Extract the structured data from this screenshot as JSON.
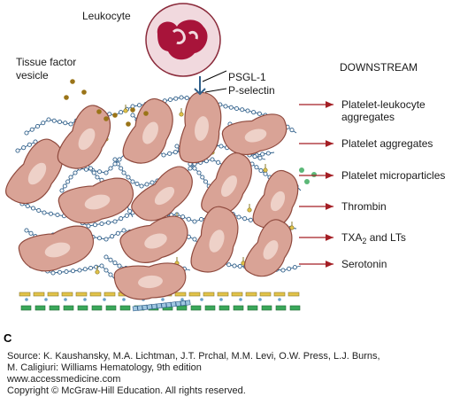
{
  "figure": {
    "panel_letter": "C",
    "labels": {
      "leukocyte": "Leukocyte",
      "tissue_factor_line1": "Tissue factor",
      "tissue_factor_line2": "vesicle",
      "psgl1": "PSGL-1",
      "pselectin": "P-selectin",
      "downstream": "DOWNSTREAM"
    },
    "downstream_items": [
      {
        "line1": "Platelet-leukocyte",
        "line2": "aggregates"
      },
      {
        "line1": "Platelet aggregates",
        "line2": ""
      },
      {
        "line1": "Platelet microparticles",
        "line2": ""
      },
      {
        "line1": "Thrombin",
        "line2": ""
      },
      {
        "line1": "TXA",
        "sub": "2",
        "rest": " and LTs",
        "line2": ""
      },
      {
        "line1": "Serotonin",
        "line2": ""
      }
    ],
    "colors": {
      "platelet": "#d9a396",
      "platelet_edge": "#8f4a3e",
      "nucleus": "#a8143a",
      "leukocyte_body": "#f1d9de",
      "fibrin_link": "#2f5f8a",
      "fibrin_node": "#ffffff",
      "tf_vesicle": "#9a7418",
      "microparticle": "#5cb878",
      "arrow": "#a41e24",
      "endothelium_green": "#3aa85a",
      "endothelium_yellow": "#e2c34a"
    }
  },
  "credit": {
    "line1": "Source: K. Kaushansky, M.A. Lichtman, J.T. Prchal, M.M. Levi, O.W. Press, L.J. Burns,",
    "line2": "M. Caligiuri: Williams Hematology, 9th edition",
    "line3": "www.accessmedicine.com",
    "line4": "Copyright © McGraw-Hill Education.  All rights reserved."
  }
}
